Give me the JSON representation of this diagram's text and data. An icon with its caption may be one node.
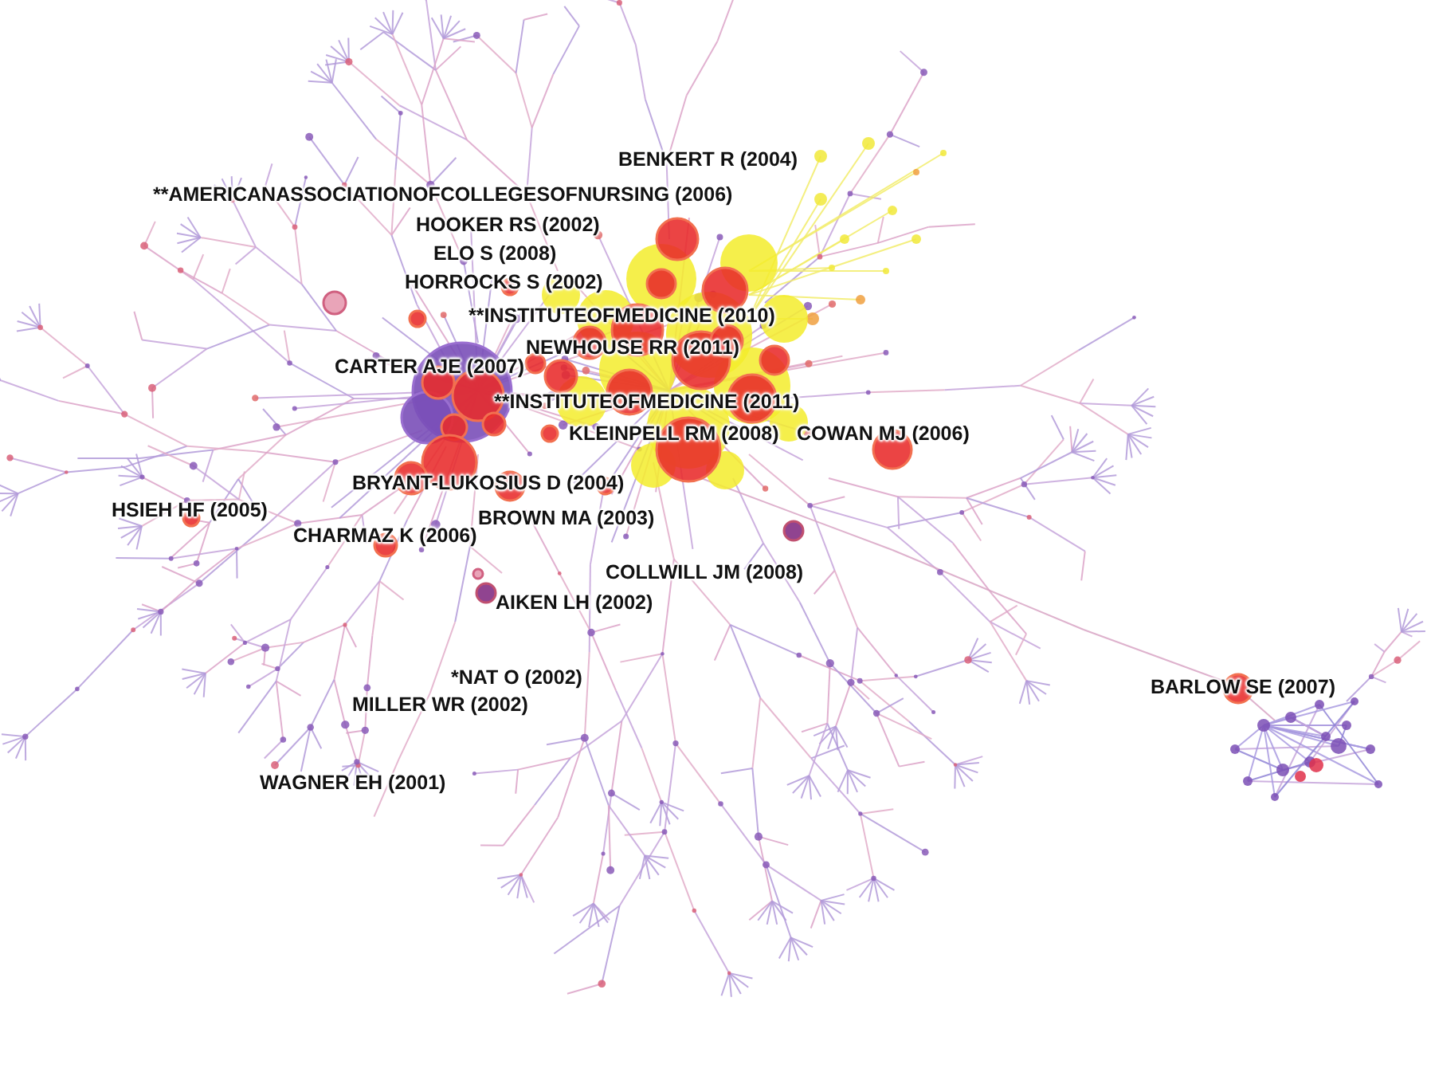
{
  "diagram": {
    "labels": [
      "BENKERT R (2004)",
      "**AMERICANASSOCIATIONOFCOLLEGESOFNURSING (2006)",
      "HOOKER RS (2002)",
      "ELO S (2008)",
      "HORROCKS S (2002)",
      "**INSTITUTEOFMEDICINE (2010)",
      "NEWHOUSE RR (2011)",
      "CARTER AJE (2007)",
      "**INSTITUTEOFMEDICINE (2011)",
      "KLEINPELL RM (2008)",
      "COWAN MJ (2006)",
      "BRYANT-LUKOSIUS D (2004)",
      "HSIEH HF (2005)",
      "BROWN MA (2003)",
      "CHARMAZ K (2006)",
      "COLLWILL JM (2008)",
      "AIKEN LH (2002)",
      "*NAT O (2002)",
      "MILLER WR (2002)",
      "WAGNER EH (2001)",
      "BARLOW SE (2007)"
    ]
  }
}
